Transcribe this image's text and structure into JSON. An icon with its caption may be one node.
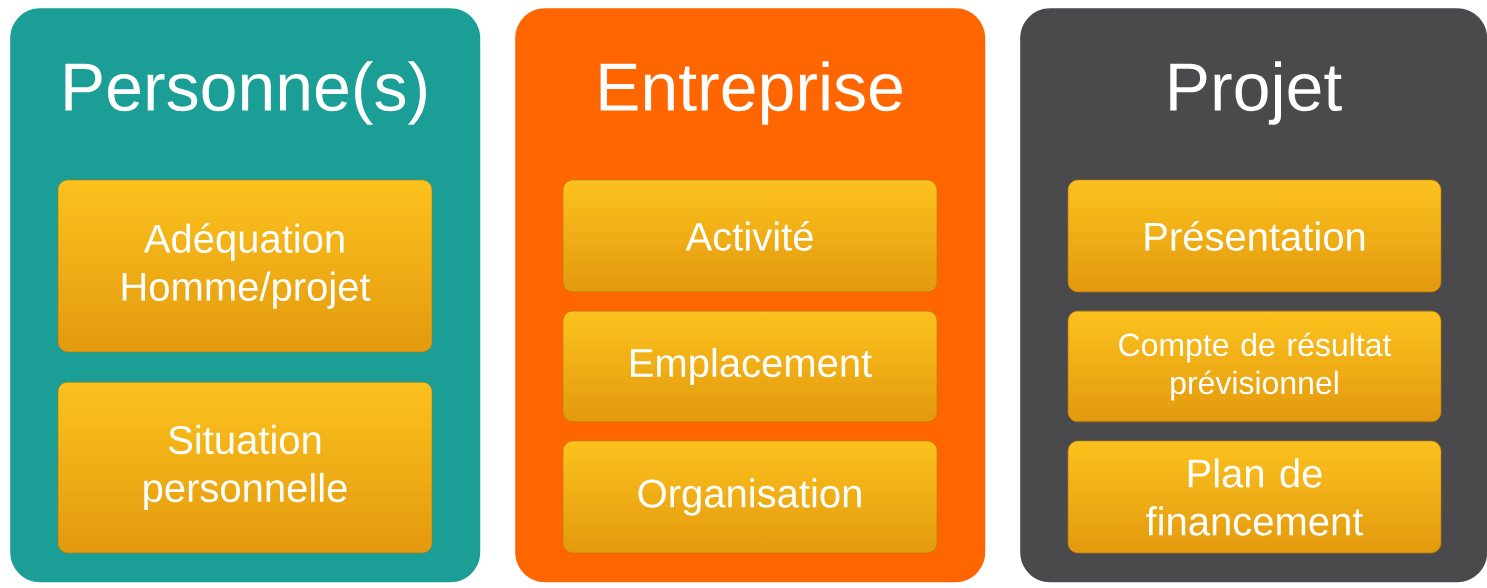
{
  "diagram": {
    "nodes": [
      {
        "text": [
          "Personne(s)"
        ]
      },
      {
        "text": [
          "Adéquation Homme/projet"
        ],
        "in": 0
      },
      {
        "text": [
          "Situation personnelle"
        ],
        "in": 0
      },
      {
        "text": [
          "Entreprise"
        ]
      },
      {
        "text": [
          "Activité"
        ],
        "in": 3
      },
      {
        "text": [
          "Emplacement"
        ],
        "in": 3
      },
      {
        "text": [
          "Organisation"
        ],
        "in": 3
      },
      {
        "text": [
          "Projet"
        ]
      },
      {
        "text": [
          "Présentation"
        ],
        "in": 7
      },
      {
        "text": [
          "Compte de résultat prévisionnel"
        ],
        "in": 7
      },
      {
        "text": [
          "Plan de financement"
        ],
        "in": 7
      }
    ]
  }
}
